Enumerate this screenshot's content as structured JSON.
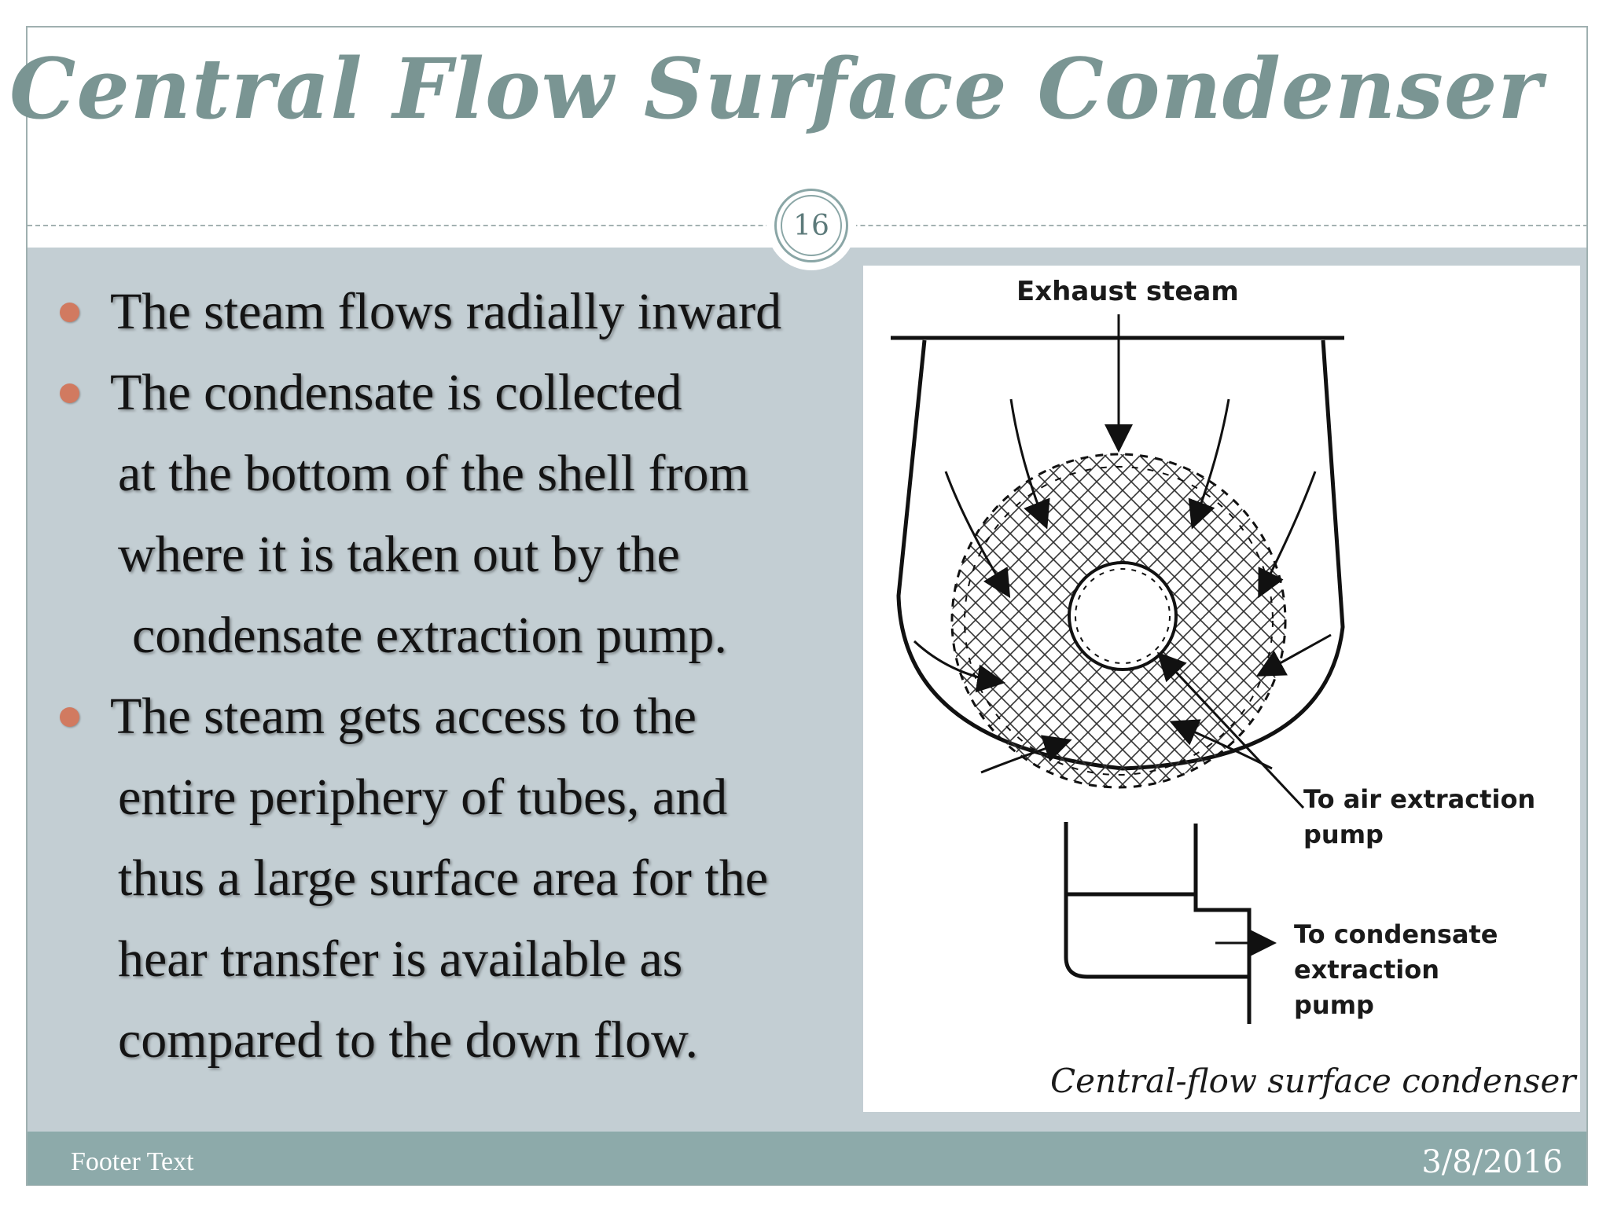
{
  "slide": {
    "title": "Central Flow Surface Condenser",
    "page_number": "16"
  },
  "bullets": [
    {
      "lines": [
        "The steam flows radially inward"
      ]
    },
    {
      "lines": [
        "The condensate is collected",
        "at the bottom of the shell from",
        "where it is taken out by the",
        "condensate extraction pump."
      ]
    },
    {
      "lines": [
        "The steam gets access to the",
        "entire periphery of tubes, and",
        "thus a large surface area for the",
        "hear transfer is available as",
        "compared to the down flow."
      ]
    }
  ],
  "figure": {
    "label_exhaust": "Exhaust steam",
    "label_air_1": "To air extraction",
    "label_air_2": "pump",
    "label_cond_1": "To condensate",
    "label_cond_2": "extraction",
    "label_cond_3": "pump",
    "caption": "Central-flow surface condenser"
  },
  "footer": {
    "text": "Footer Text",
    "date": "3/8/2016"
  },
  "colors": {
    "title": "#7a9593",
    "panel": "#c3ced3",
    "bullet": "#d17a60",
    "footer": "#8daaaa"
  }
}
